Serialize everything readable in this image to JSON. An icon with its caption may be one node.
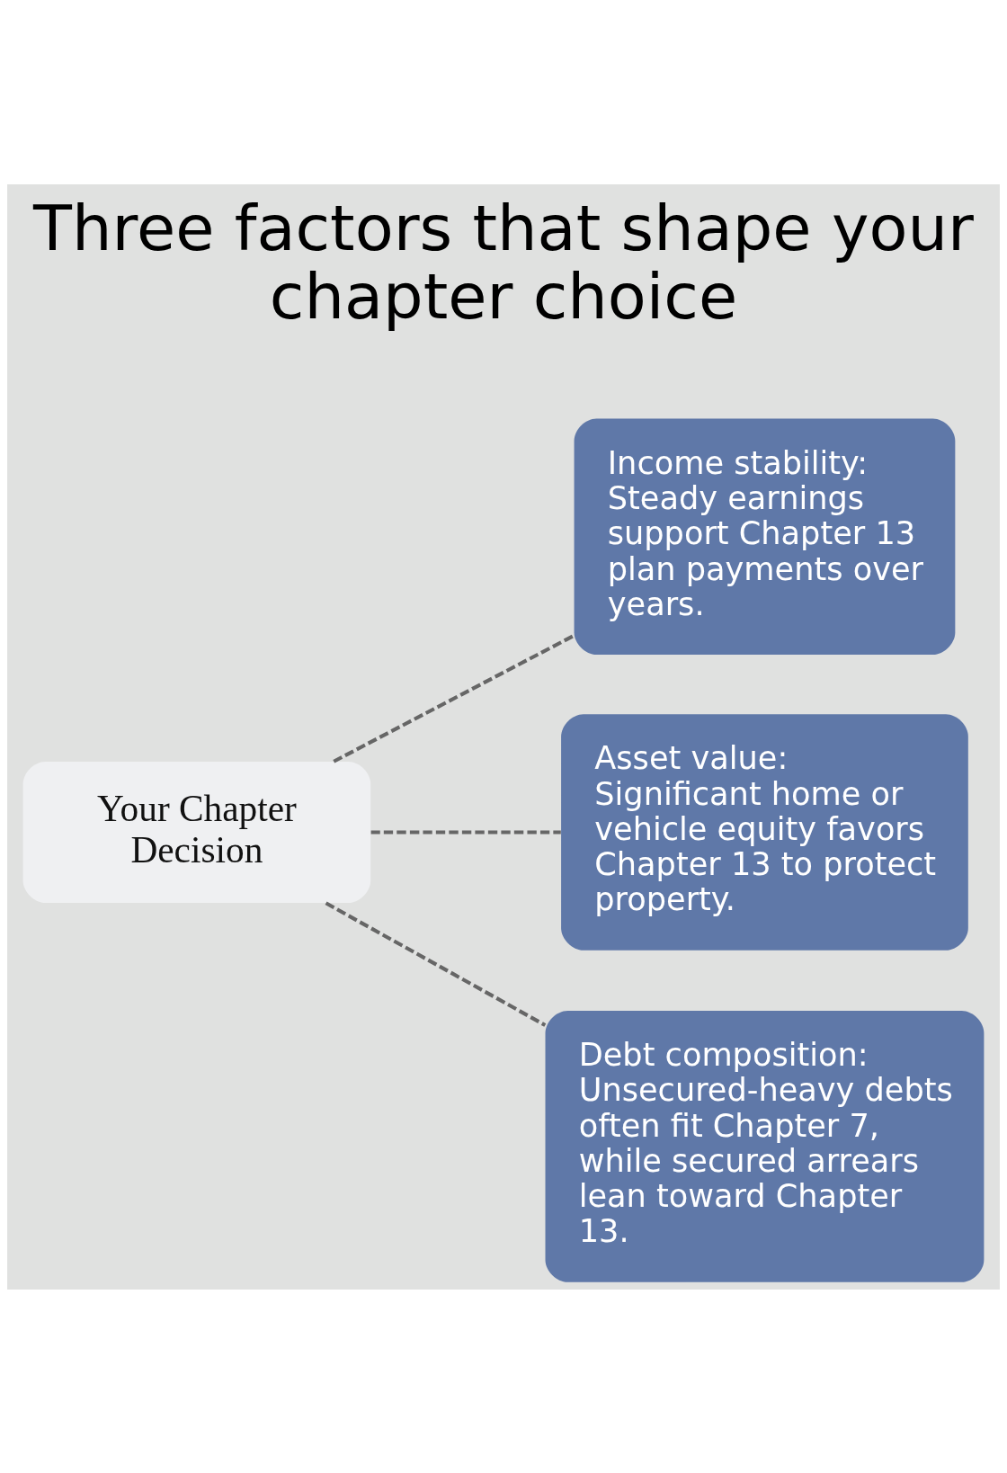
{
  "diagram": {
    "title": "Three factors that shape your chapter choice",
    "nodes": [
      {
        "text": [
          "Your Chapter Decision"
        ]
      },
      {
        "text": [
          "Income stability: Steady earnings support Chapter 13 plan payments over years."
        ]
      },
      {
        "text": [
          "Asset value: Significant home or vehicle equity favors Chapter 13 to protect property."
        ]
      },
      {
        "text": [
          "Debt composition: Unsecured-heavy debts often fit Chapter 7, while secured arrears lean toward Chapter 13."
        ]
      }
    ],
    "edges": [
      {
        "from": 0,
        "to": 1,
        "arrow": "none",
        "style": "dashed"
      },
      {
        "from": 0,
        "to": 2,
        "arrow": "none",
        "style": "dashed"
      },
      {
        "from": 0,
        "to": 3,
        "arrow": "none",
        "style": "dashed"
      }
    ]
  }
}
